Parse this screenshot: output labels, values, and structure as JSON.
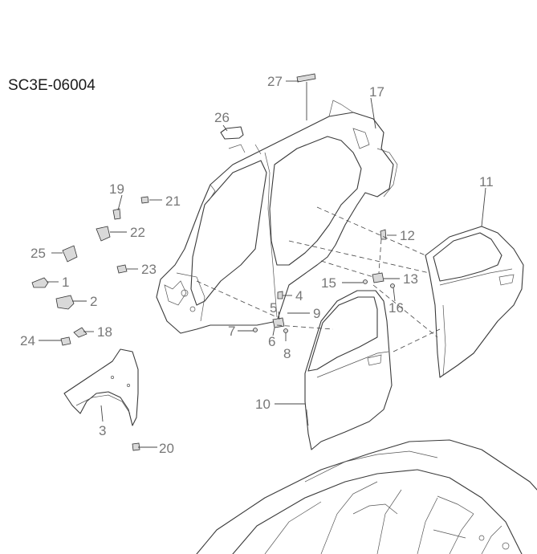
{
  "diagram_code": "SC3E-06004",
  "callouts": {
    "c1": "1",
    "c2": "2",
    "c3": "3",
    "c4": "4",
    "c5": "5",
    "c6": "6",
    "c7": "7",
    "c8": "8",
    "c9": "9",
    "c10": "10",
    "c11": "11",
    "c12": "12",
    "c13": "13",
    "c15": "15",
    "c16": "16",
    "c17": "17",
    "c18": "18",
    "c19": "19",
    "c20": "20",
    "c21": "21",
    "c22": "22",
    "c23": "23",
    "c24": "24",
    "c25": "25",
    "c26": "26",
    "c27": "27"
  }
}
